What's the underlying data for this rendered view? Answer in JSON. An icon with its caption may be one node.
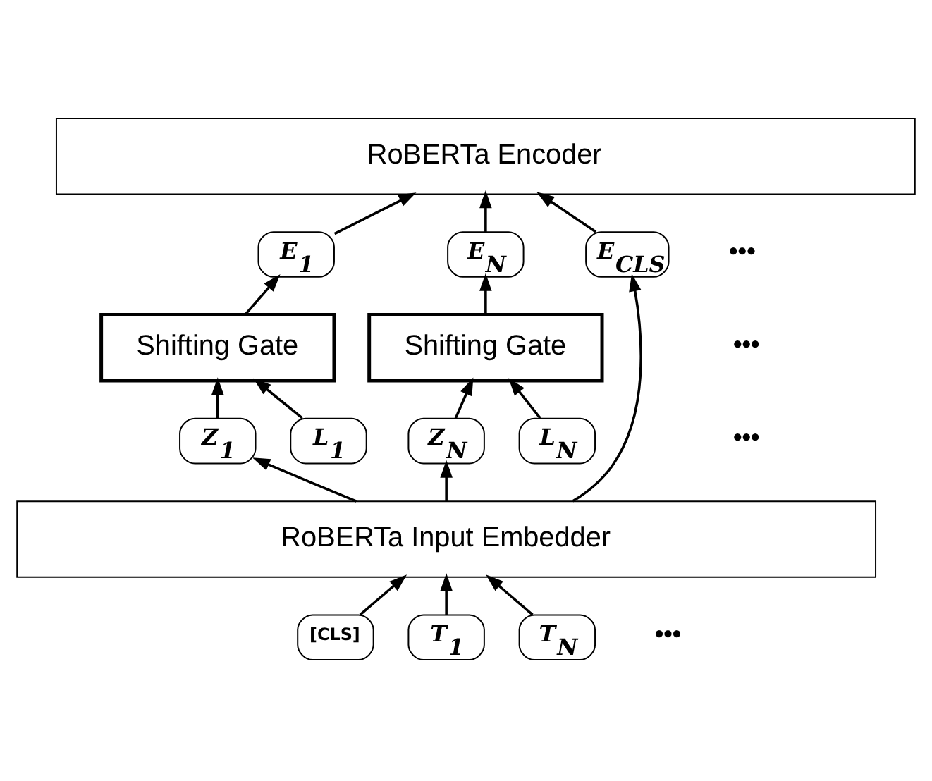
{
  "diagram": {
    "nodes": [
      {
        "text": [
          "RoBERTa Encoder"
        ]
      },
      {
        "text": [
          "E$_{CLS}$"
        ]
      },
      {
        "text": [
          "E$_{1}$"
        ]
      },
      {
        "text": [
          "E$_{N}$"
        ]
      },
      {
        "text": [
          "Shifting Gate"
        ]
      },
      {
        "text": [
          "Shifting Gate"
        ]
      },
      {
        "text": [
          "Z$_{1}$"
        ]
      },
      {
        "text": [
          "L$_{1}$"
        ]
      },
      {
        "text": [
          "Z$_{N}$"
        ]
      },
      {
        "text": [
          "L$_{N}$"
        ]
      },
      {
        "text": [
          "RoBERTa Input Embedder"
        ]
      },
      {
        "text": [
          "[CLS]"
        ]
      },
      {
        "text": [
          "T$_{1}$"
        ]
      },
      {
        "text": [
          "T$_{N}$"
        ]
      }
    ],
    "edges": [
      {
        "from": 11,
        "to": 10,
        "arrow": "to"
      },
      {
        "from": 12,
        "to": 10,
        "arrow": "to"
      },
      {
        "from": 13,
        "to": 10,
        "arrow": "to"
      },
      {
        "from": 10,
        "to": 1,
        "arrow": "to"
      },
      {
        "from": 10,
        "to": 6,
        "arrow": "to"
      },
      {
        "from": 10,
        "to": 8,
        "arrow": "to"
      },
      {
        "from": 6,
        "to": 4,
        "arrow": "to"
      },
      {
        "from": 7,
        "to": 4,
        "arrow": "to"
      },
      {
        "from": 8,
        "to": 5,
        "arrow": "to"
      },
      {
        "from": 9,
        "to": 5,
        "arrow": "to"
      },
      {
        "from": 4,
        "to": 2,
        "arrow": "to"
      },
      {
        "from": 5,
        "to": 3,
        "arrow": "to"
      },
      {
        "from": 1,
        "to": 0,
        "arrow": "to"
      },
      {
        "from": 2,
        "to": 0,
        "arrow": "to"
      },
      {
        "from": 3,
        "to": 0,
        "arrow": "to"
      }
    ],
    "labels": [
      "•••",
      "•••",
      "•••",
      "•••"
    ]
  }
}
